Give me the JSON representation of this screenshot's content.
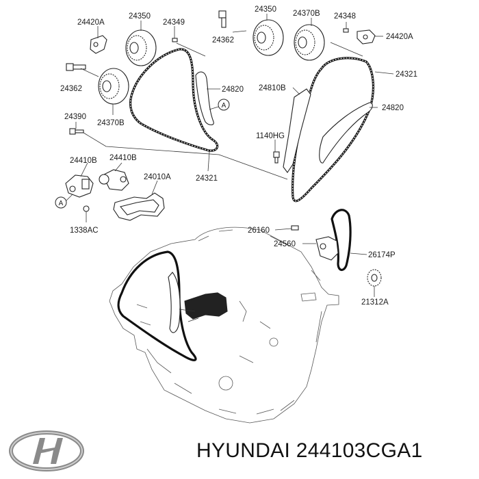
{
  "labels": {
    "l24420A_left": "24420A",
    "l24350_left": "24350",
    "l24349": "24349",
    "l24362_left": "24362",
    "l24370B_left": "24370B",
    "l24820_left": "24820",
    "l24390": "24390",
    "l24410B_a": "24410B",
    "l24410B_b": "24410B",
    "l24010A": "24010A",
    "l1338AC": "1338AC",
    "l24321_left": "24321",
    "l24362_right": "24362",
    "l24350_right": "24350",
    "l24370B_right": "24370B",
    "l24348": "24348",
    "l24420A_right": "24420A",
    "l24321_right": "24321",
    "l24810B": "24810B",
    "l24820_right": "24820",
    "l1140HG": "1140HG",
    "l26160": "26160",
    "l24560": "24560",
    "l26174P": "26174P",
    "l21312A": "21312A",
    "markerA_1": "A",
    "markerA_2": "A"
  },
  "footer": {
    "brand_text": "HYUNDAI 244103CGA1"
  },
  "logo": {
    "icon": "hyundai-logo-icon"
  }
}
